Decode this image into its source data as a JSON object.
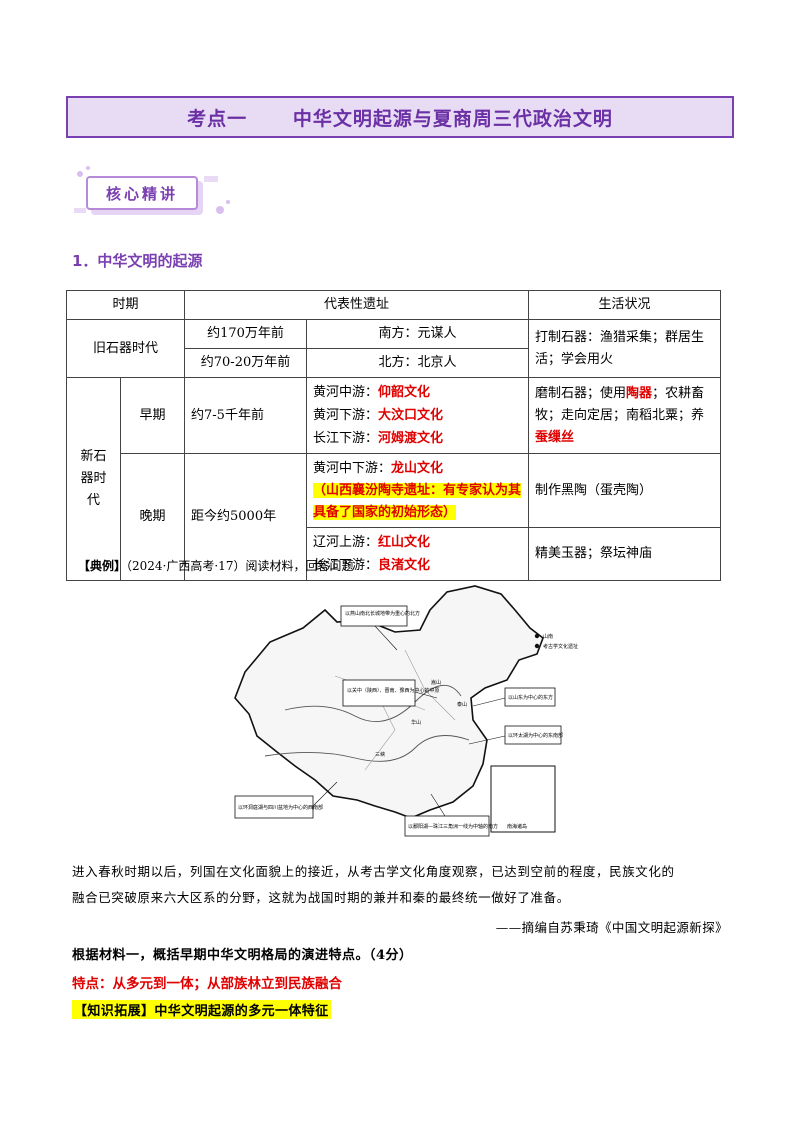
{
  "banner": {
    "title": "考点一      中华文明起源与夏商周三代政治文明"
  },
  "badge": {
    "label": "核心精讲"
  },
  "section": {
    "heading": "1．中华文明的起源"
  },
  "table": {
    "headers": {
      "period": "时期",
      "sites": "代表性遗址",
      "life": "生活状况"
    },
    "paleo": {
      "label": "旧石器时代",
      "time1": "约170万年前",
      "site1": "南方：元谋人",
      "time2": "约70-20万年前",
      "site2": "北方：北京人",
      "life": "打制石器：渔猎采集；群居生活；学会用火"
    },
    "neo": {
      "label": "新石器时代",
      "early": {
        "label": "早期",
        "time": "约7-5千年前",
        "s1_pre": "黄河中游：",
        "s1": "仰韶文化",
        "s2_pre": "黄河下游：",
        "s2": "大汶口文化",
        "s3_pre": "长江下游：",
        "s3": "河姆渡文化",
        "life_a": "磨制石器；使用",
        "life_b": "陶器",
        "life_c": "；农耕畜牧；走向定居；南稻北粟；养",
        "life_d": "蚕缫丝"
      },
      "late": {
        "label": "晚期",
        "time": "距今约5000年",
        "s1_pre": "黄河中下游：",
        "s1": "龙山文化",
        "note": "（山西襄汾陶寺遗址：有专家认为其具备了国家的初始形态）",
        "life1": "制作黑陶（蛋壳陶）",
        "s2_pre": "辽河上游：",
        "s2": "红山文化",
        "s3_pre": "长江下游：",
        "s3": "良渚文化",
        "life2": "精美玉器；祭坛神庙"
      }
    }
  },
  "example": {
    "tag": "【典例】",
    "text": "（2024·广西高考·17）阅读材料，回答问题"
  },
  "map": {
    "legend_mountain": "山南",
    "legend_site": "考古学文化遗址",
    "box1": "以燕山南北长城地带为重心的北方",
    "box2": "以关中（陕西）、晋南、豫西为中心的中原",
    "box3": "以山东为中心的东方",
    "box4": "以环太湖为中心的东南部",
    "box5": "以环洞庭湖与四川盆地为中心的西南部",
    "box6": "以鄱阳湖—珠江三角洲一线为中轴的南方",
    "label_songshan": "嵩山",
    "label_huashan": "华山",
    "label_taishan": "泰山",
    "label_sanjiang": "三峡",
    "label_island": "南海诸岛"
  },
  "material": {
    "line1": "进入春秋时期以后，列国在文化面貌上的接近，从考古学文化角度观察，已达到空前的程度，民族文化的",
    "line2": "融合已突破原来六大区系的分野，这就为战国时期的兼并和秦的最终统一做好了准备。",
    "source": "——摘编自苏秉琦《中国文明起源新探》"
  },
  "question": {
    "text": "根据材料一，概括早期中华文明格局的演进特点。（4分）"
  },
  "answer": {
    "text": "特点：从多元到一体；从部族林立到民族融合"
  },
  "extension": {
    "text": "【知识拓展】中华文明起源的多元一体特征"
  },
  "colors": {
    "purple": "#7a3fb0",
    "banner_bg": "#e7dcf3",
    "red": "#e00000",
    "highlight": "#ffff00"
  }
}
